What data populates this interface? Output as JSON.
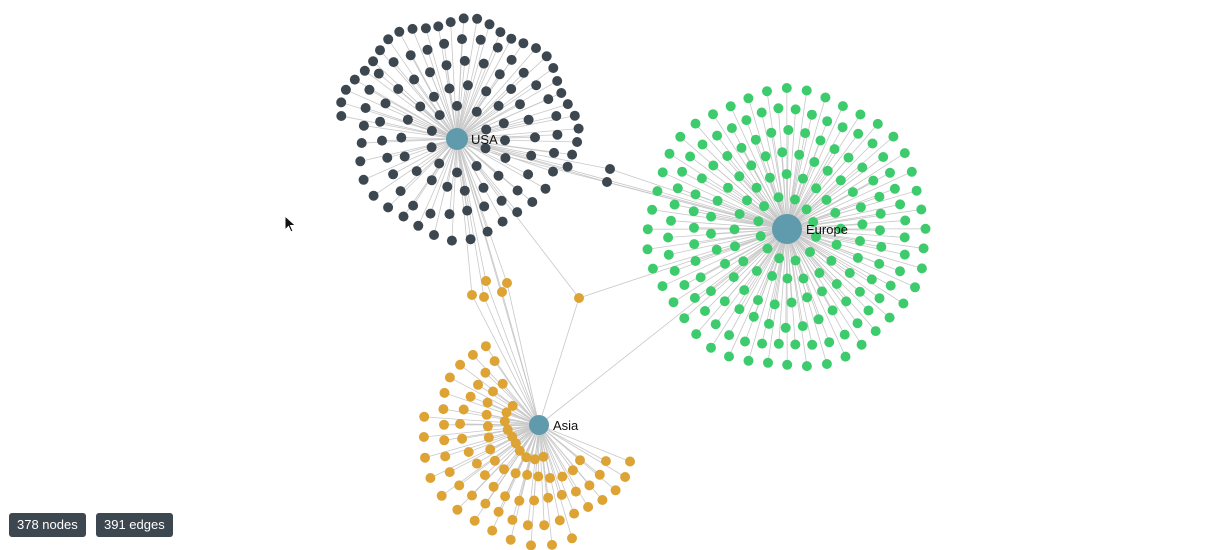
{
  "graph": {
    "colors": {
      "usa_cluster": "#3d4750",
      "europe_cluster": "#3ecb6e",
      "asia_cluster": "#dda334",
      "hub": "#5f9aad",
      "edge": "#c8c8c8"
    },
    "hubs": [
      {
        "id": "usa",
        "label": "USA"
      },
      {
        "id": "europe",
        "label": "Europe"
      },
      {
        "id": "asia",
        "label": "Asia"
      }
    ]
  },
  "stats": {
    "nodes_label": "378 nodes",
    "edges_label": "391 edges"
  },
  "icons": {
    "cursor": "arrow-cursor-icon"
  }
}
